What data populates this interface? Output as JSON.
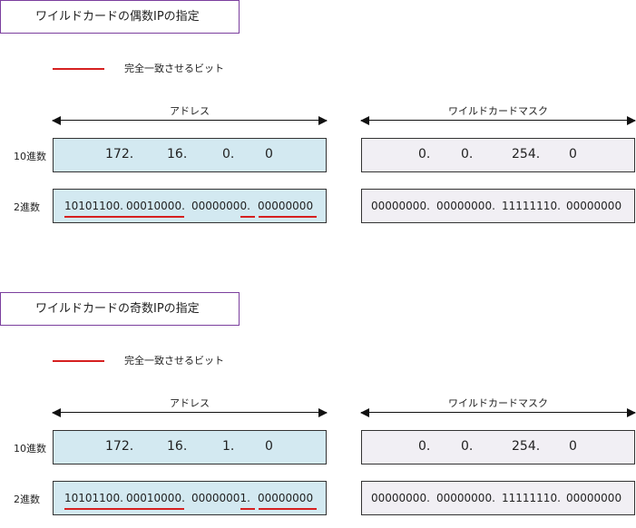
{
  "legend_color": "#d62020",
  "sections": [
    {
      "title": "ワイルドカードの偶数IPの指定",
      "legend_label": "完全一致させるビット",
      "address_header": "アドレス",
      "mask_header": "ワイルドカードマスク",
      "row_labels": {
        "decimal": "10進数",
        "binary": "2進数"
      },
      "address_decimal": [
        "172.",
        "16.",
        "0.",
        "0"
      ],
      "mask_decimal": [
        "0.",
        "0.",
        "254.",
        "0"
      ],
      "address_binary": [
        "10101100.",
        "00010000.",
        "00000000.",
        "00000000"
      ],
      "mask_binary": [
        "00000000.",
        "00000000.",
        "11111110.",
        "00000000"
      ]
    },
    {
      "title": "ワイルドカードの奇数IPの指定",
      "legend_label": "完全一致させるビット",
      "address_header": "アドレス",
      "mask_header": "ワイルドカードマスク",
      "row_labels": {
        "decimal": "10進数",
        "binary": "2進数"
      },
      "address_decimal": [
        "172.",
        "16.",
        "1.",
        "0"
      ],
      "mask_decimal": [
        "0.",
        "0.",
        "254.",
        "0"
      ],
      "address_binary": [
        "10101100.",
        "00010000.",
        "00000001.",
        "00000000"
      ],
      "mask_binary": [
        "00000000.",
        "00000000.",
        "11111110.",
        "00000000"
      ]
    }
  ]
}
